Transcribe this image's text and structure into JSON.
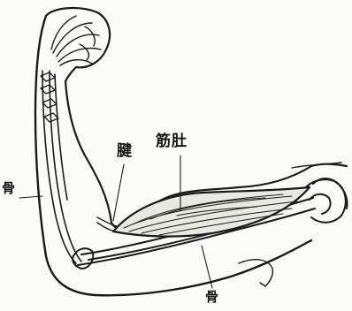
{
  "labels": {
    "tendon": "腱",
    "muscle_belly": "筋肚",
    "bone_bottom": "骨",
    "bone_left": "骨"
  },
  "colors": {
    "ink": "#141414",
    "paper": "#fbfbf9"
  }
}
